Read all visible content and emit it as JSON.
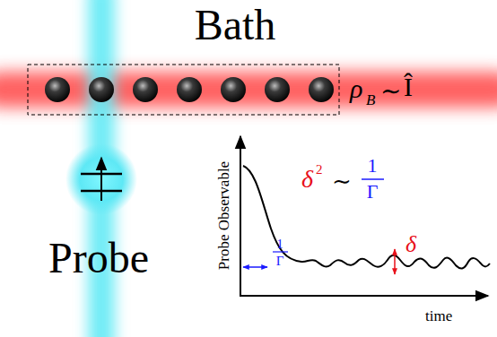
{
  "diagram": {
    "nodes": [
      {
        "text": [
          "Bath"
        ]
      },
      {
        "text": [
          "Probe"
        ]
      }
    ],
    "labels": [
      "ρ",
      "B",
      "∼",
      "Î",
      "Probe Observable",
      "time",
      "δ",
      "2",
      "∼",
      "1",
      "Γ",
      "1",
      "Γ",
      "δ"
    ]
  }
}
